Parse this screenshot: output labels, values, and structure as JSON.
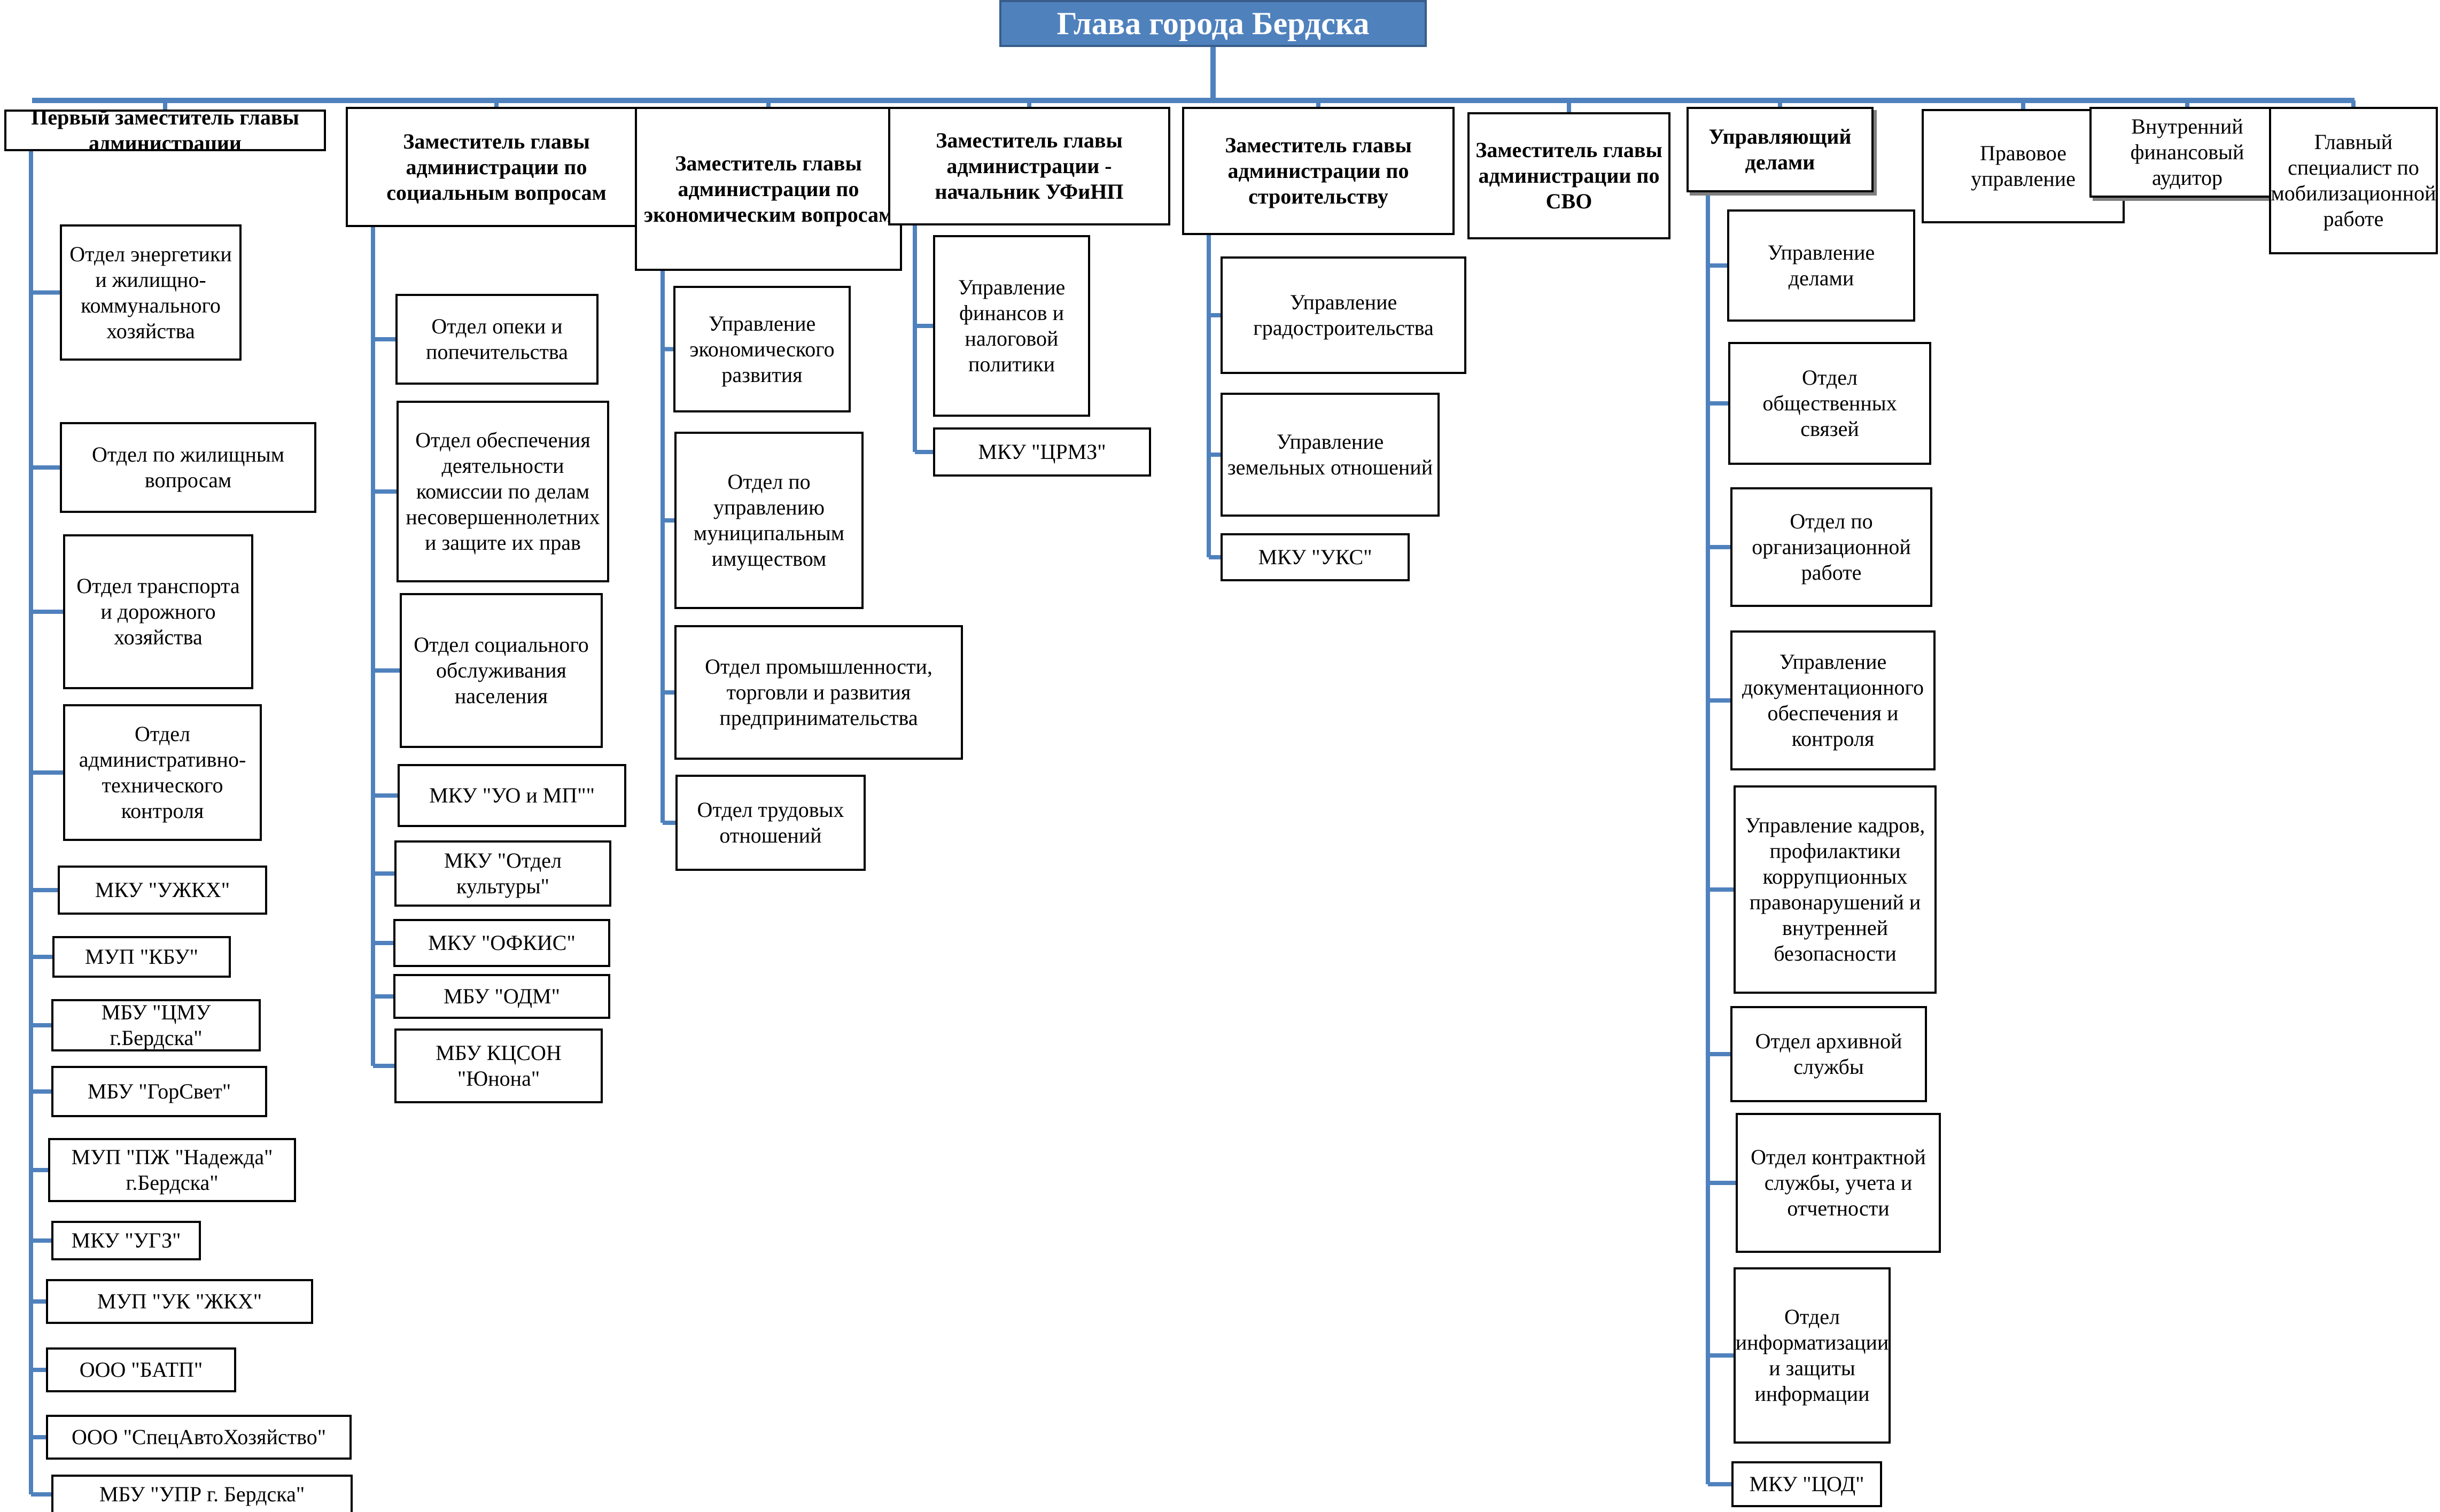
{
  "head": "Глава города Бердска",
  "columns": [
    {
      "header": "Первый заместитель главы администрации",
      "items": [
        "Отдел энергетики и жилищно-коммунального хозяйства",
        "Отдел по жилищным вопросам",
        "Отдел транспорта и дорожного хозяйства",
        "Отдел административно-технического контроля",
        "МКУ \"УЖКХ\"",
        "МУП \"КБУ\"",
        "МБУ \"ЦМУ г.Бердска\"",
        "МБУ \"ГорСвет\"",
        "МУП \"ПЖ \"Надежда\" г.Бердска\"",
        "МКУ \"УГЗ\"",
        "МУП \"УК \"ЖКХ\"",
        "ООО \"БАТП\"",
        "ООО \"СпецАвтоХозяйство\"",
        "МБУ \"УПР г. Бердска\""
      ]
    },
    {
      "header": "Заместитель главы администрации по социальным вопросам",
      "items": [
        "Отдел опеки и попечительства",
        "Отдел обеспечения деятельности комиссии по делам несовершеннолетних и защите их прав",
        "Отдел социального обслуживания населения",
        "МКУ \"УО и МП\"\"",
        "МКУ \"Отдел культуры\"",
        "МКУ \"ОФКИС\"",
        "МБУ \"ОДМ\"",
        "МБУ КЦСОН \"Юнона\""
      ]
    },
    {
      "header": "Заместитель главы администрации по экономическим вопросам",
      "items": [
        "Управление экономического развития",
        "Отдел по управлению муниципальным имуществом",
        "Отдел промышленности, торговли и развития предпринимательства",
        "Отдел трудовых отношений"
      ]
    },
    {
      "header": "Заместитель главы администрации - начальник УФиНП",
      "items": [
        "Управление финансов и налоговой политики",
        "МКУ \"ЦРМЗ\""
      ]
    },
    {
      "header": "Заместитель главы администрации по строительству",
      "items": [
        "Управление градостроительства",
        "Управление земельных отношений",
        "МКУ \"УКС\""
      ]
    },
    {
      "header": "Заместитель главы администрации по СВО",
      "items": []
    },
    {
      "header": "Управляющий делами",
      "items": [
        "Управление делами",
        "Отдел общественных связей",
        "Отдел по организационной работе",
        "Управление документационного обеспечения и контроля",
        "Управление кадров, профилактики коррупционных правонарушений и внутренней безопасности",
        "Отдел архивной службы",
        "Отдел контрактной службы, учета и отчетности",
        "Отдел информатизации и защиты информации",
        "МКУ \"ЦОД\""
      ]
    },
    {
      "header": "Правовое управление",
      "items": []
    },
    {
      "header": "Внутренний финансовый аудитор",
      "items": []
    },
    {
      "header": "Главный специалист по мобилизационной работе",
      "items": []
    }
  ],
  "colors": {
    "head_fill": "#4f81bd",
    "connector": "#4f81bd",
    "box_border": "#000000",
    "shadow": "#7f7f7f"
  }
}
